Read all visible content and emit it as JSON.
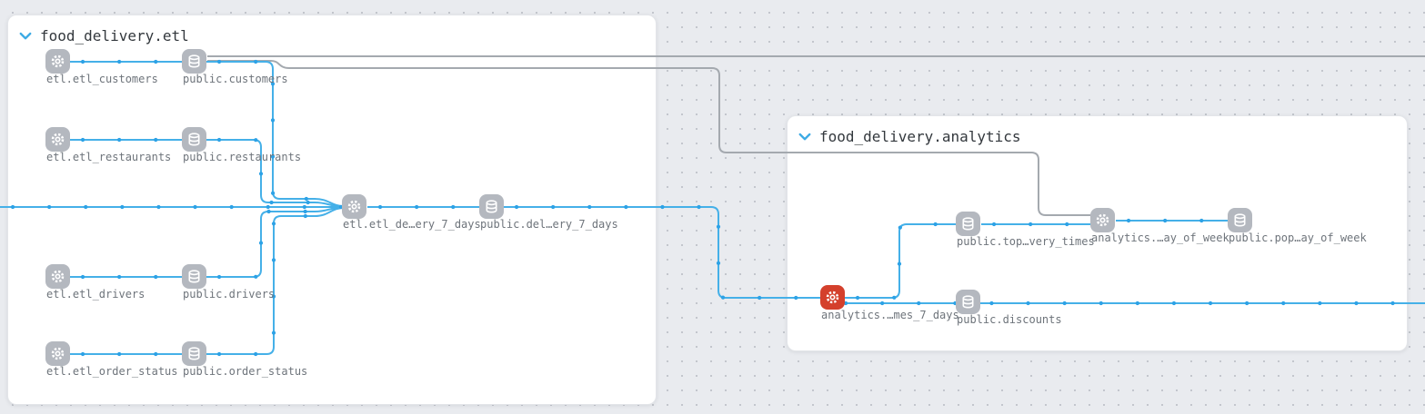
{
  "groups": [
    {
      "title": "food_delivery.etl",
      "collapse_icon": "chevron-down"
    },
    {
      "title": "food_delivery.analytics",
      "collapse_icon": "chevron-down"
    }
  ],
  "nodes": [
    {
      "label": "etl.etl_customers",
      "type": "model",
      "icon": "gear-icon",
      "group": "food_delivery.etl"
    },
    {
      "label": "public.customers",
      "type": "table",
      "icon": "database-icon",
      "group": "food_delivery.etl"
    },
    {
      "label": "etl.etl_restaurants",
      "type": "model",
      "icon": "gear-icon",
      "group": "food_delivery.etl"
    },
    {
      "label": "public.restaurants",
      "type": "table",
      "icon": "database-icon",
      "group": "food_delivery.etl"
    },
    {
      "label": "etl.etl_de…ery_7_days",
      "type": "model",
      "icon": "gear-icon",
      "group": "food_delivery.etl"
    },
    {
      "label": "public.del…ery_7_days",
      "type": "table",
      "icon": "database-icon",
      "group": "food_delivery.etl"
    },
    {
      "label": "etl.etl_drivers",
      "type": "model",
      "icon": "gear-icon",
      "group": "food_delivery.etl"
    },
    {
      "label": "public.drivers",
      "type": "table",
      "icon": "database-icon",
      "group": "food_delivery.etl"
    },
    {
      "label": "etl.etl_order_status",
      "type": "model",
      "icon": "gear-icon",
      "group": "food_delivery.etl"
    },
    {
      "label": "public.order_status",
      "type": "table",
      "icon": "database-icon",
      "group": "food_delivery.etl"
    },
    {
      "label": "public.top…very_times",
      "type": "table",
      "icon": "database-icon",
      "group": "food_delivery.analytics"
    },
    {
      "label": "analytics.…ay_of_week",
      "type": "model",
      "icon": "gear-icon",
      "group": "food_delivery.analytics"
    },
    {
      "label": "public.pop…ay_of_week",
      "type": "table",
      "icon": "database-icon",
      "group": "food_delivery.analytics"
    },
    {
      "label": "analytics.…mes_7_days",
      "type": "model",
      "icon": "gear-icon",
      "group": "food_delivery.analytics",
      "highlight": "red"
    },
    {
      "label": "public.discounts",
      "type": "table",
      "icon": "database-icon",
      "group": "food_delivery.analytics"
    }
  ],
  "edges": [
    {
      "from": "etl.etl_customers",
      "to": "public.customers",
      "color": "blue"
    },
    {
      "from": "public.customers",
      "to": "etl.etl_de…ery_7_days",
      "color": "blue"
    },
    {
      "from": "public.customers",
      "to": "offscreen-right",
      "color": "gray"
    },
    {
      "from": "public.customers",
      "to": "analytics.…ay_of_week",
      "color": "gray"
    },
    {
      "from": "etl.etl_restaurants",
      "to": "public.restaurants",
      "color": "blue"
    },
    {
      "from": "public.restaurants",
      "to": "etl.etl_de…ery_7_days",
      "color": "blue"
    },
    {
      "from": "etl.etl_drivers",
      "to": "public.drivers",
      "color": "blue"
    },
    {
      "from": "public.drivers",
      "to": "etl.etl_de…ery_7_days",
      "color": "blue"
    },
    {
      "from": "etl.etl_order_status",
      "to": "public.order_status",
      "color": "blue"
    },
    {
      "from": "public.order_status",
      "to": "etl.etl_de…ery_7_days",
      "color": "blue"
    },
    {
      "from": "offscreen-left",
      "to": "etl.etl_de…ery_7_days",
      "color": "blue"
    },
    {
      "from": "etl.etl_de…ery_7_days",
      "to": "public.del…ery_7_days",
      "color": "blue"
    },
    {
      "from": "public.del…ery_7_days",
      "to": "analytics.…mes_7_days",
      "color": "blue"
    },
    {
      "from": "analytics.…mes_7_days",
      "to": "public.top…very_times",
      "color": "blue"
    },
    {
      "from": "analytics.…mes_7_days",
      "to": "public.discounts",
      "color": "blue"
    },
    {
      "from": "public.discounts",
      "to": "offscreen-right",
      "color": "blue"
    },
    {
      "from": "public.top…very_times",
      "to": "analytics.…ay_of_week",
      "color": "blue"
    },
    {
      "from": "analytics.…ay_of_week",
      "to": "public.pop…ay_of_week",
      "color": "blue"
    }
  ],
  "colors": {
    "canvas_bg": "#e9ebef",
    "dot_grid": "#c3c6cd",
    "panel_border": "#e3e5e9",
    "title_color": "#33383d",
    "label_color": "#6e747b",
    "edge_blue": "#45b0e8",
    "edge_dot": "#2da2e6",
    "edge_gray": "#a4a9af",
    "icon_gray": "#b4b8bf",
    "icon_red": "#d4402c",
    "chevron": "#3caae4"
  }
}
